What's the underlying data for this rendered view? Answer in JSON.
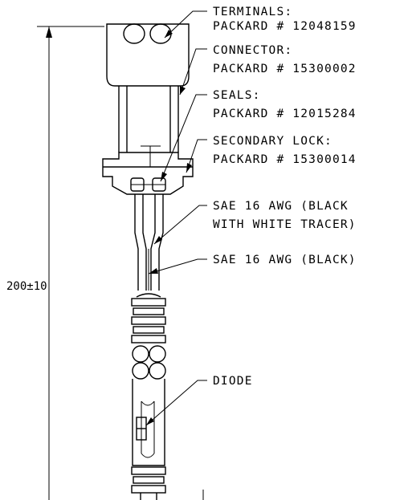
{
  "callouts": {
    "terminals": {
      "title": "TERMINALS:",
      "part": "PACKARD # 12048159"
    },
    "connector": {
      "title": "CONNECTOR:",
      "part": "PACKARD # 15300002"
    },
    "seals": {
      "title": "SEALS:",
      "part": "PACKARD # 12015284"
    },
    "secondary_lock": {
      "title": "SECONDARY LOCK:",
      "part": "PACKARD # 15300014"
    },
    "wire_black_white": {
      "line1": "SAE 16 AWG (BLACK",
      "line2": "WITH WHITE TRACER)"
    },
    "wire_black": {
      "line1": "SAE 16 AWG (BLACK)"
    },
    "diode": {
      "line1": "DIODE"
    }
  },
  "dimension": {
    "length_label": "200±10"
  }
}
